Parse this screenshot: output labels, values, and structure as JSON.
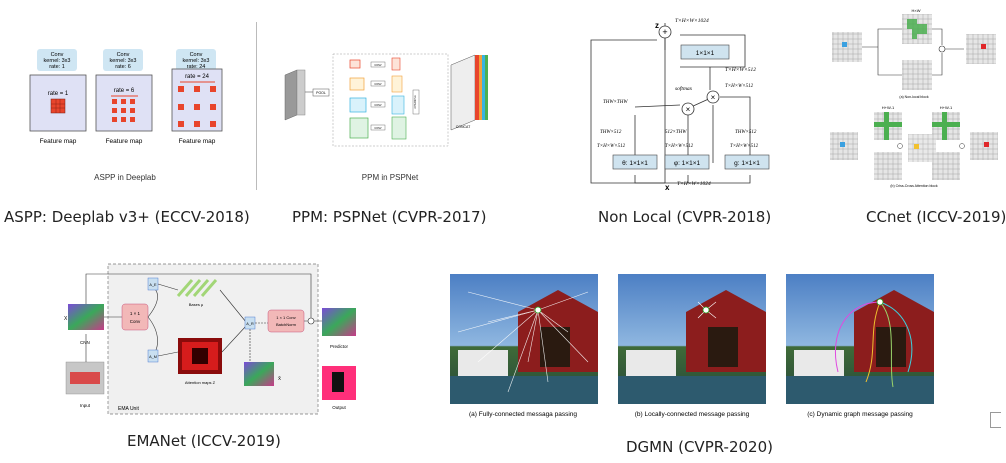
{
  "panels": {
    "aspp": {
      "caption": "ASPP: Deeplab v3+ (ECCV-2018)",
      "subtitle": "ASPP in Deeplab",
      "convs": [
        {
          "l1": "Conv",
          "l2": "kernel: 3x3",
          "l3": "rate: 1",
          "rate_label": "rate = 1"
        },
        {
          "l1": "Conv",
          "l2": "kernel: 3x3",
          "l3": "rate: 6",
          "rate_label": "rate = 6"
        },
        {
          "l1": "Conv",
          "l2": "kernel: 3x3",
          "l3": "rate: 24",
          "rate_label": "rate = 24"
        }
      ],
      "feature_label": "Feature map"
    },
    "ppm": {
      "caption": "PPM: PSPNet (CVPR-2017)",
      "subtitle": "PPM in PSPNet",
      "pool": "POOL",
      "conv": "CONV",
      "upsample": "UPSAMPLE",
      "concat": "CONCAT"
    },
    "nonlocal": {
      "caption": "Non Local (CVPR-2018)",
      "z": "z",
      "x": "x",
      "dim_top": "T×H×W×1024",
      "dim_bottom": "T×H×W×1024",
      "conv_out": "1×1×1",
      "dim_512a": "T×H×W×512",
      "softmax": "softmax",
      "thw_thw": "THW×THW",
      "dim_512b": "T×H×W×512",
      "thw512a": "THW×512",
      "c512thw": "512×THW",
      "thw512b": "THW×512",
      "d512l": "T×H×W×512",
      "d512m": "T×H×W×512",
      "d512r": "T×H×W×512",
      "theta": "θ: 1×1×1",
      "phi": "φ: 1×1×1",
      "g": "g: 1×1×1"
    },
    "ccnet": {
      "caption": "CCnet (ICCV-2019)",
      "hw": "H×W",
      "a_label": "(a) Non-local block",
      "hw1a": "H+W-1",
      "hw1b": "H+W-1",
      "b_label": "(b) Criss-Cross Attention block"
    },
    "emanet": {
      "caption": "EMANet (ICCV-2019)",
      "x": "X",
      "cnn": "CNN",
      "input": "Input",
      "conv1": "1 × 1",
      "conv1b": "Conv",
      "ae": "A_E",
      "am": "A_M",
      "ar": "A_R",
      "bases": "Bases μ",
      "attn": "Attention maps Z",
      "conv2": "1 × 1 Conv",
      "bn": "BatchNorm",
      "xt": "X̃",
      "predictor": "Predictor",
      "output": "Output",
      "unit": "EMA Unit"
    },
    "dgmn": {
      "caption": "DGMN (CVPR-2020)",
      "a": "(a) Fully-connected messaga passing",
      "b": "(b) Locally-connected message passing",
      "c": "(c) Dynamic graph message passing"
    }
  },
  "colors": {
    "conv_box": "#cfe6f3",
    "feature_bg": "#dfe1f5",
    "red": "#e8452c",
    "nl_box": "#cfe3ef",
    "ema_pink": "#f2b8b8",
    "ema_blue": "#c9dff0"
  }
}
